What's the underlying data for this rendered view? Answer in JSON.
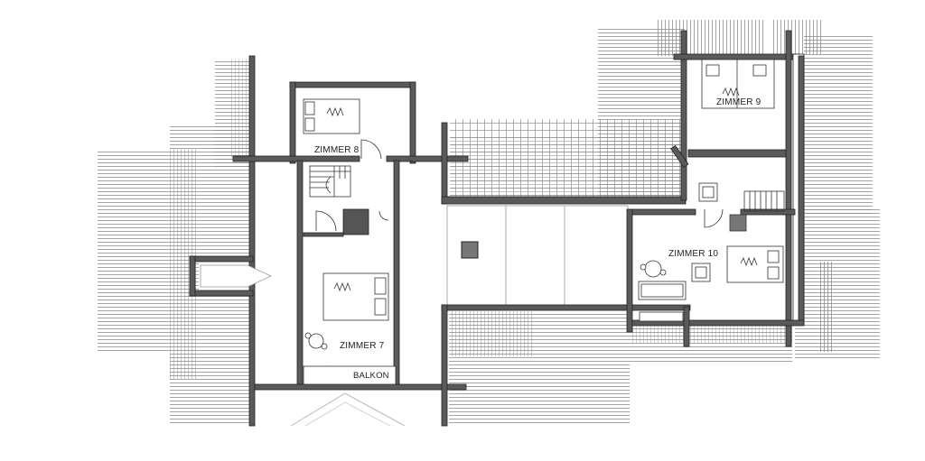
{
  "rooms": {
    "zimmer8": "ZIMMER 8",
    "zimmer9": "ZIMMER 9",
    "zimmer10": "ZIMMER 10",
    "zimmer7": "ZIMMER 7",
    "balkon": "BALKON"
  },
  "colors": {
    "wall": "#555555",
    "wall_edge": "#222222",
    "hatch": "#9a9a9a",
    "furniture": "#333333",
    "roof": "#bbbbbb"
  },
  "icons": [
    "bed-icon",
    "stair-icon",
    "door-swing-icon",
    "chimney-icon",
    "sofa-icon",
    "table-icon",
    "roof-tile-hatch"
  ]
}
